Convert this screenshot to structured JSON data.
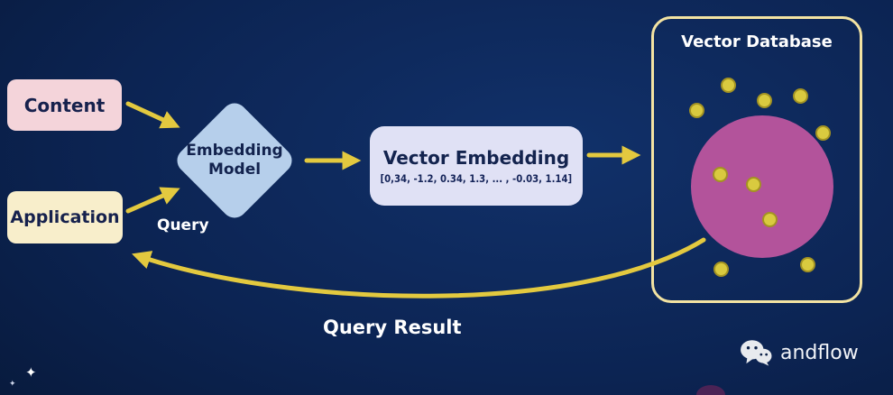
{
  "colors": {
    "background_dark": "#03081e",
    "background_mid": "#0c2453",
    "arrow": "#e3c93f",
    "content_box": "#f4d4da",
    "application_box": "#f8eecb",
    "embedding_diamond": "#b6cfeb",
    "vector_embedding_box": "#e0e1f5",
    "db_border": "#f3e3a2",
    "magenta_circle": "#b3539b",
    "dot_fill": "#d9ca3f",
    "dot_stroke": "#a39322",
    "dark_text": "#13234e",
    "light_text": "#ffffff"
  },
  "nodes": {
    "content": {
      "label": "Content"
    },
    "application": {
      "label": "Application"
    },
    "embedding_model": {
      "label": "Embedding Model"
    },
    "vector_embedding": {
      "title": "Vector Embedding",
      "vector_values": "[0,34, -1.2, 0.34, 1.3, ... , -0.03, 1.14]"
    },
    "vector_database": {
      "title": "Vector Database"
    }
  },
  "labels": {
    "query": "Query",
    "query_result": "Query Result"
  },
  "footer": {
    "brand": "andflow",
    "brand_icon": "wechat-icon"
  },
  "decorations": {
    "sparkle_icon": "✦"
  }
}
